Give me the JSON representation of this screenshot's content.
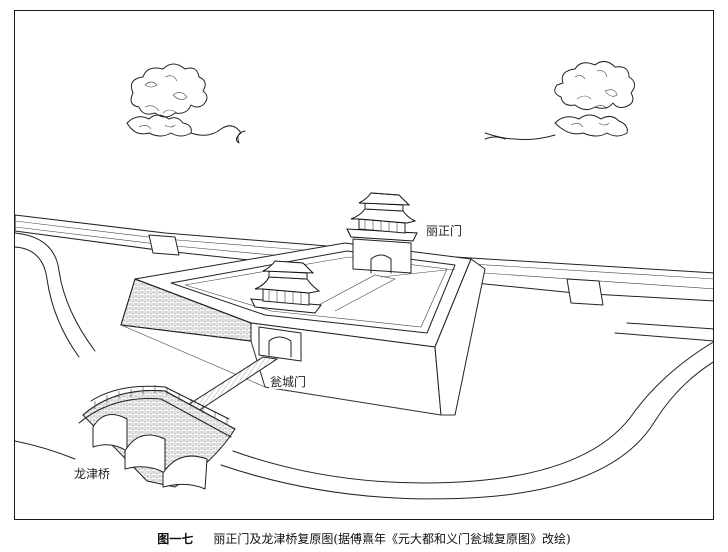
{
  "labels": {
    "lizheng_gate": "丽正门",
    "wengcheng_gate": "瓮城门",
    "longjin_bridge": "龙津桥"
  },
  "caption": {
    "figure_number": "图一七",
    "text": "丽正门及龙津桥复原图(据傅熹年《元大都和义门瓮城复原图》改绘)"
  }
}
